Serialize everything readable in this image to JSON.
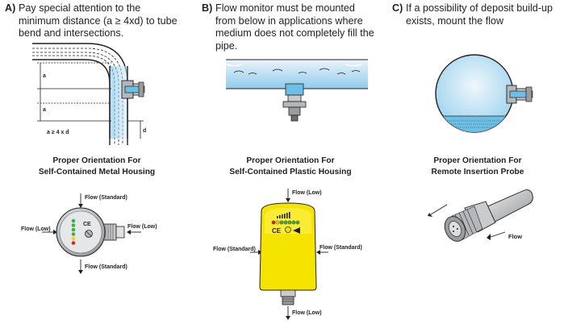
{
  "panels": [
    {
      "letter": "A)",
      "lines": [
        "Pay special attention to the",
        "minimum distance (a ≥ 4xd) to tube",
        "bend and intersections."
      ],
      "heading": [
        "Proper Orientation For",
        "Self-Contained Metal Housing"
      ],
      "dimension_a": "a",
      "dimension_d": "d",
      "dimension_rule": "a ≥ 4 x d",
      "flow_top": "Flow (Standard)",
      "flow_left": "Flow (Low)",
      "flow_right": "Flow (Low)",
      "flow_bottom": "Flow (Standard)",
      "ce_mark": "CE"
    },
    {
      "letter": "B)",
      "lines": [
        "Flow monitor must be mounted",
        "from below in applications where",
        "medium does not completely fill the",
        "pipe."
      ],
      "heading": [
        "Proper Orientation For",
        "Self-Contained Plastic Housing"
      ],
      "flow_top": "Flow (Low)",
      "flow_left": "Flow (Standard)",
      "flow_right": "Flow (Standard)",
      "flow_bottom": "Flow (Low)",
      "ce_mark": "CE"
    },
    {
      "letter": "C)",
      "lines": [
        "If a possibility of deposit build-up",
        "exists, mount the flow"
      ],
      "heading": [
        "Proper Orientation For",
        "Remote Insertion Probe"
      ],
      "flow_label": "Flow"
    }
  ],
  "colors": {
    "text": "#231f20",
    "pipe_blue": "#9fd3ee",
    "pipe_light": "#d8eef9",
    "housing_yellow": "#f5e400",
    "metal": "#b5b8bb",
    "led_green": "#3fae49",
    "led_red": "#e2231a",
    "led_yellow": "#f7d117"
  }
}
